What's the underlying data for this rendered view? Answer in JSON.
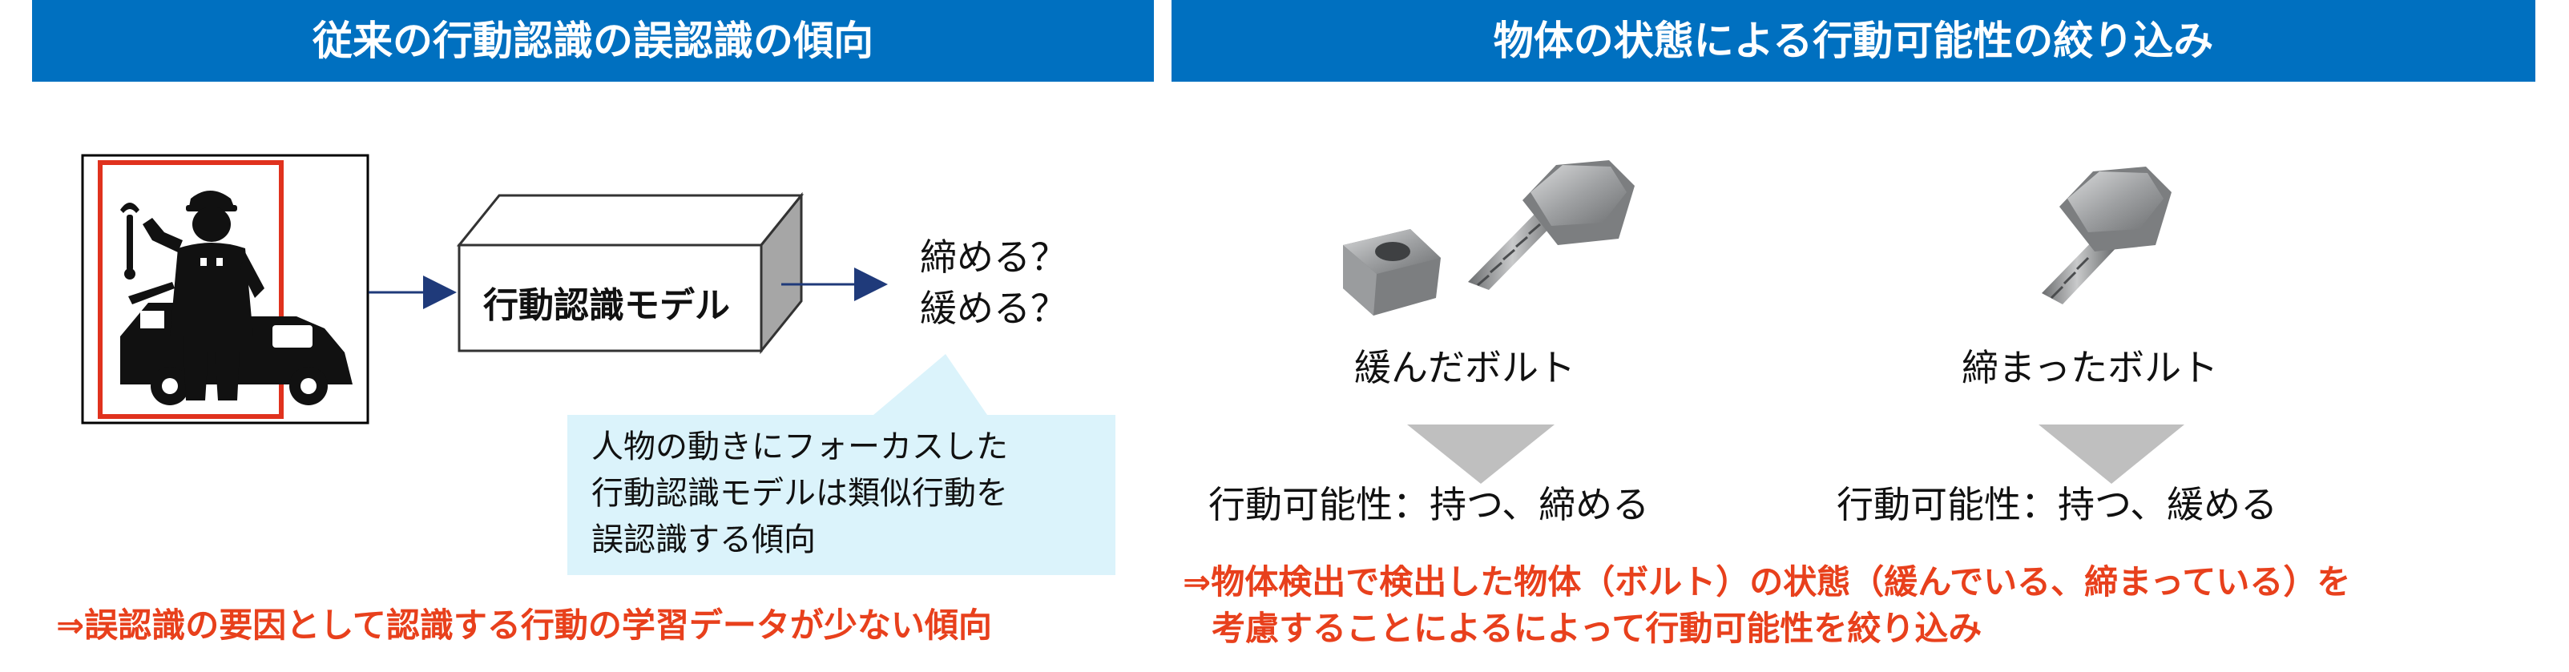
{
  "left": {
    "banner_title": "従来の行動認識の誤認識の傾向",
    "model_box_label": "行動認識モデル",
    "outputs": [
      "締める？",
      "緩める？"
    ],
    "callout_lines": [
      "人物の動きにフォーカスした",
      "行動認識モデルは類似行動を",
      "誤認識する傾向"
    ],
    "conclusion": "⇒誤認識の要因として認識する行動の学習データが少ない傾向"
  },
  "right": {
    "banner_title": "物体の状態による行動可能性の絞り込み",
    "objects": [
      {
        "state_label": "緩んだボルト",
        "affordance": "行動可能性：持つ、締める"
      },
      {
        "state_label": "締まったボルト",
        "affordance": "行動可能性：持つ、緩める"
      }
    ],
    "conclusion_lines": [
      "⇒物体検出で検出した物体（ボルト）の状態（緩んでいる、締まっている）を",
      "考慮することによるによって行動可能性を絞り込み"
    ]
  },
  "colors": {
    "banner": "#0070c0",
    "conclusion_text": "#e8401c",
    "callout_fill": "#dbf3fb",
    "arrow": "#1f3a7a",
    "frame_red": "#e0321e",
    "down_arrow": "#bfbfbf"
  },
  "icons": [
    "mechanic-icon",
    "wrench-icon",
    "car-icon",
    "nut-icon",
    "bolt-icon"
  ]
}
